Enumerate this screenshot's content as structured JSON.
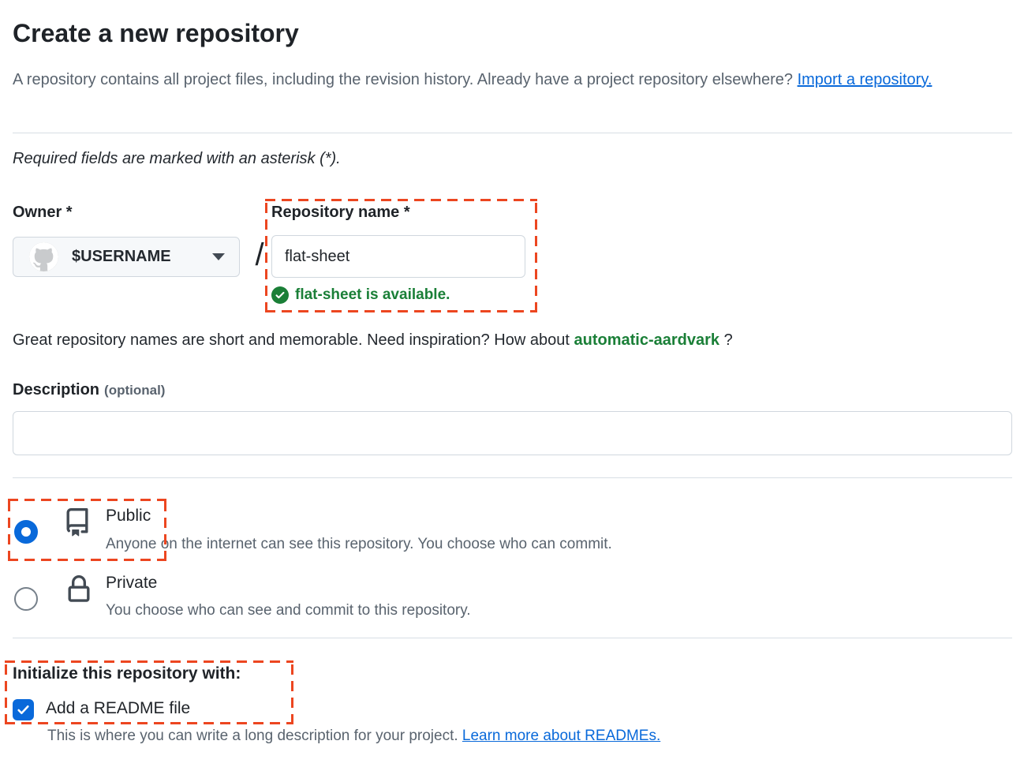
{
  "page": {
    "title": "Create a new repository",
    "intro_text": "A repository contains all project files, including the revision history. Already have a project repository elsewhere?",
    "intro_link": "Import a repository.",
    "required_note": "Required fields are marked with an asterisk (*)."
  },
  "owner": {
    "label": "Owner *",
    "selected": "$USERNAME",
    "avatar_icon": "github-octocat-avatar",
    "caret_icon": "chevron-down-icon"
  },
  "separator": "/",
  "repo_name": {
    "label": "Repository name *",
    "value": "flat-sheet",
    "availability_message": "flat-sheet is available.",
    "check_icon": "check-circle-icon"
  },
  "suggestion": {
    "text_before": "Great repository names are short and memorable. Need inspiration? How about ",
    "suggested_name": "automatic-aardvark",
    "text_after": " ?"
  },
  "description": {
    "label": "Description",
    "optional": "(optional)",
    "value": ""
  },
  "visibility": {
    "options": [
      {
        "name": "Public",
        "description": "Anyone on the internet can see this repository. You choose who can commit.",
        "selected": true,
        "icon": "repo-book-icon"
      },
      {
        "name": "Private",
        "description": "You choose who can see and commit to this repository.",
        "selected": false,
        "icon": "lock-icon"
      }
    ]
  },
  "initialize": {
    "heading": "Initialize this repository with:",
    "readme_checkbox_label": "Add a README file",
    "readme_checked": true,
    "helper_text": "This is where you can write a long description for your project. ",
    "helper_link": "Learn more about READMEs."
  },
  "colors": {
    "annotation": "#ec4620",
    "accent_blue": "#0969da",
    "success_green": "#1a7f37"
  }
}
